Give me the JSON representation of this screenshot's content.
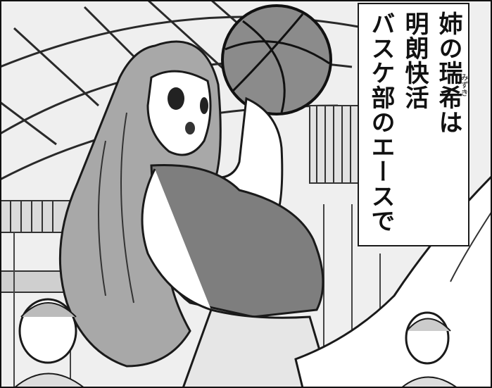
{
  "caption": {
    "line1": "姉の瑞希は",
    "line1_ruby": "みずき",
    "line2": "明朗快活",
    "line3": "バスケ部のエースで"
  }
}
